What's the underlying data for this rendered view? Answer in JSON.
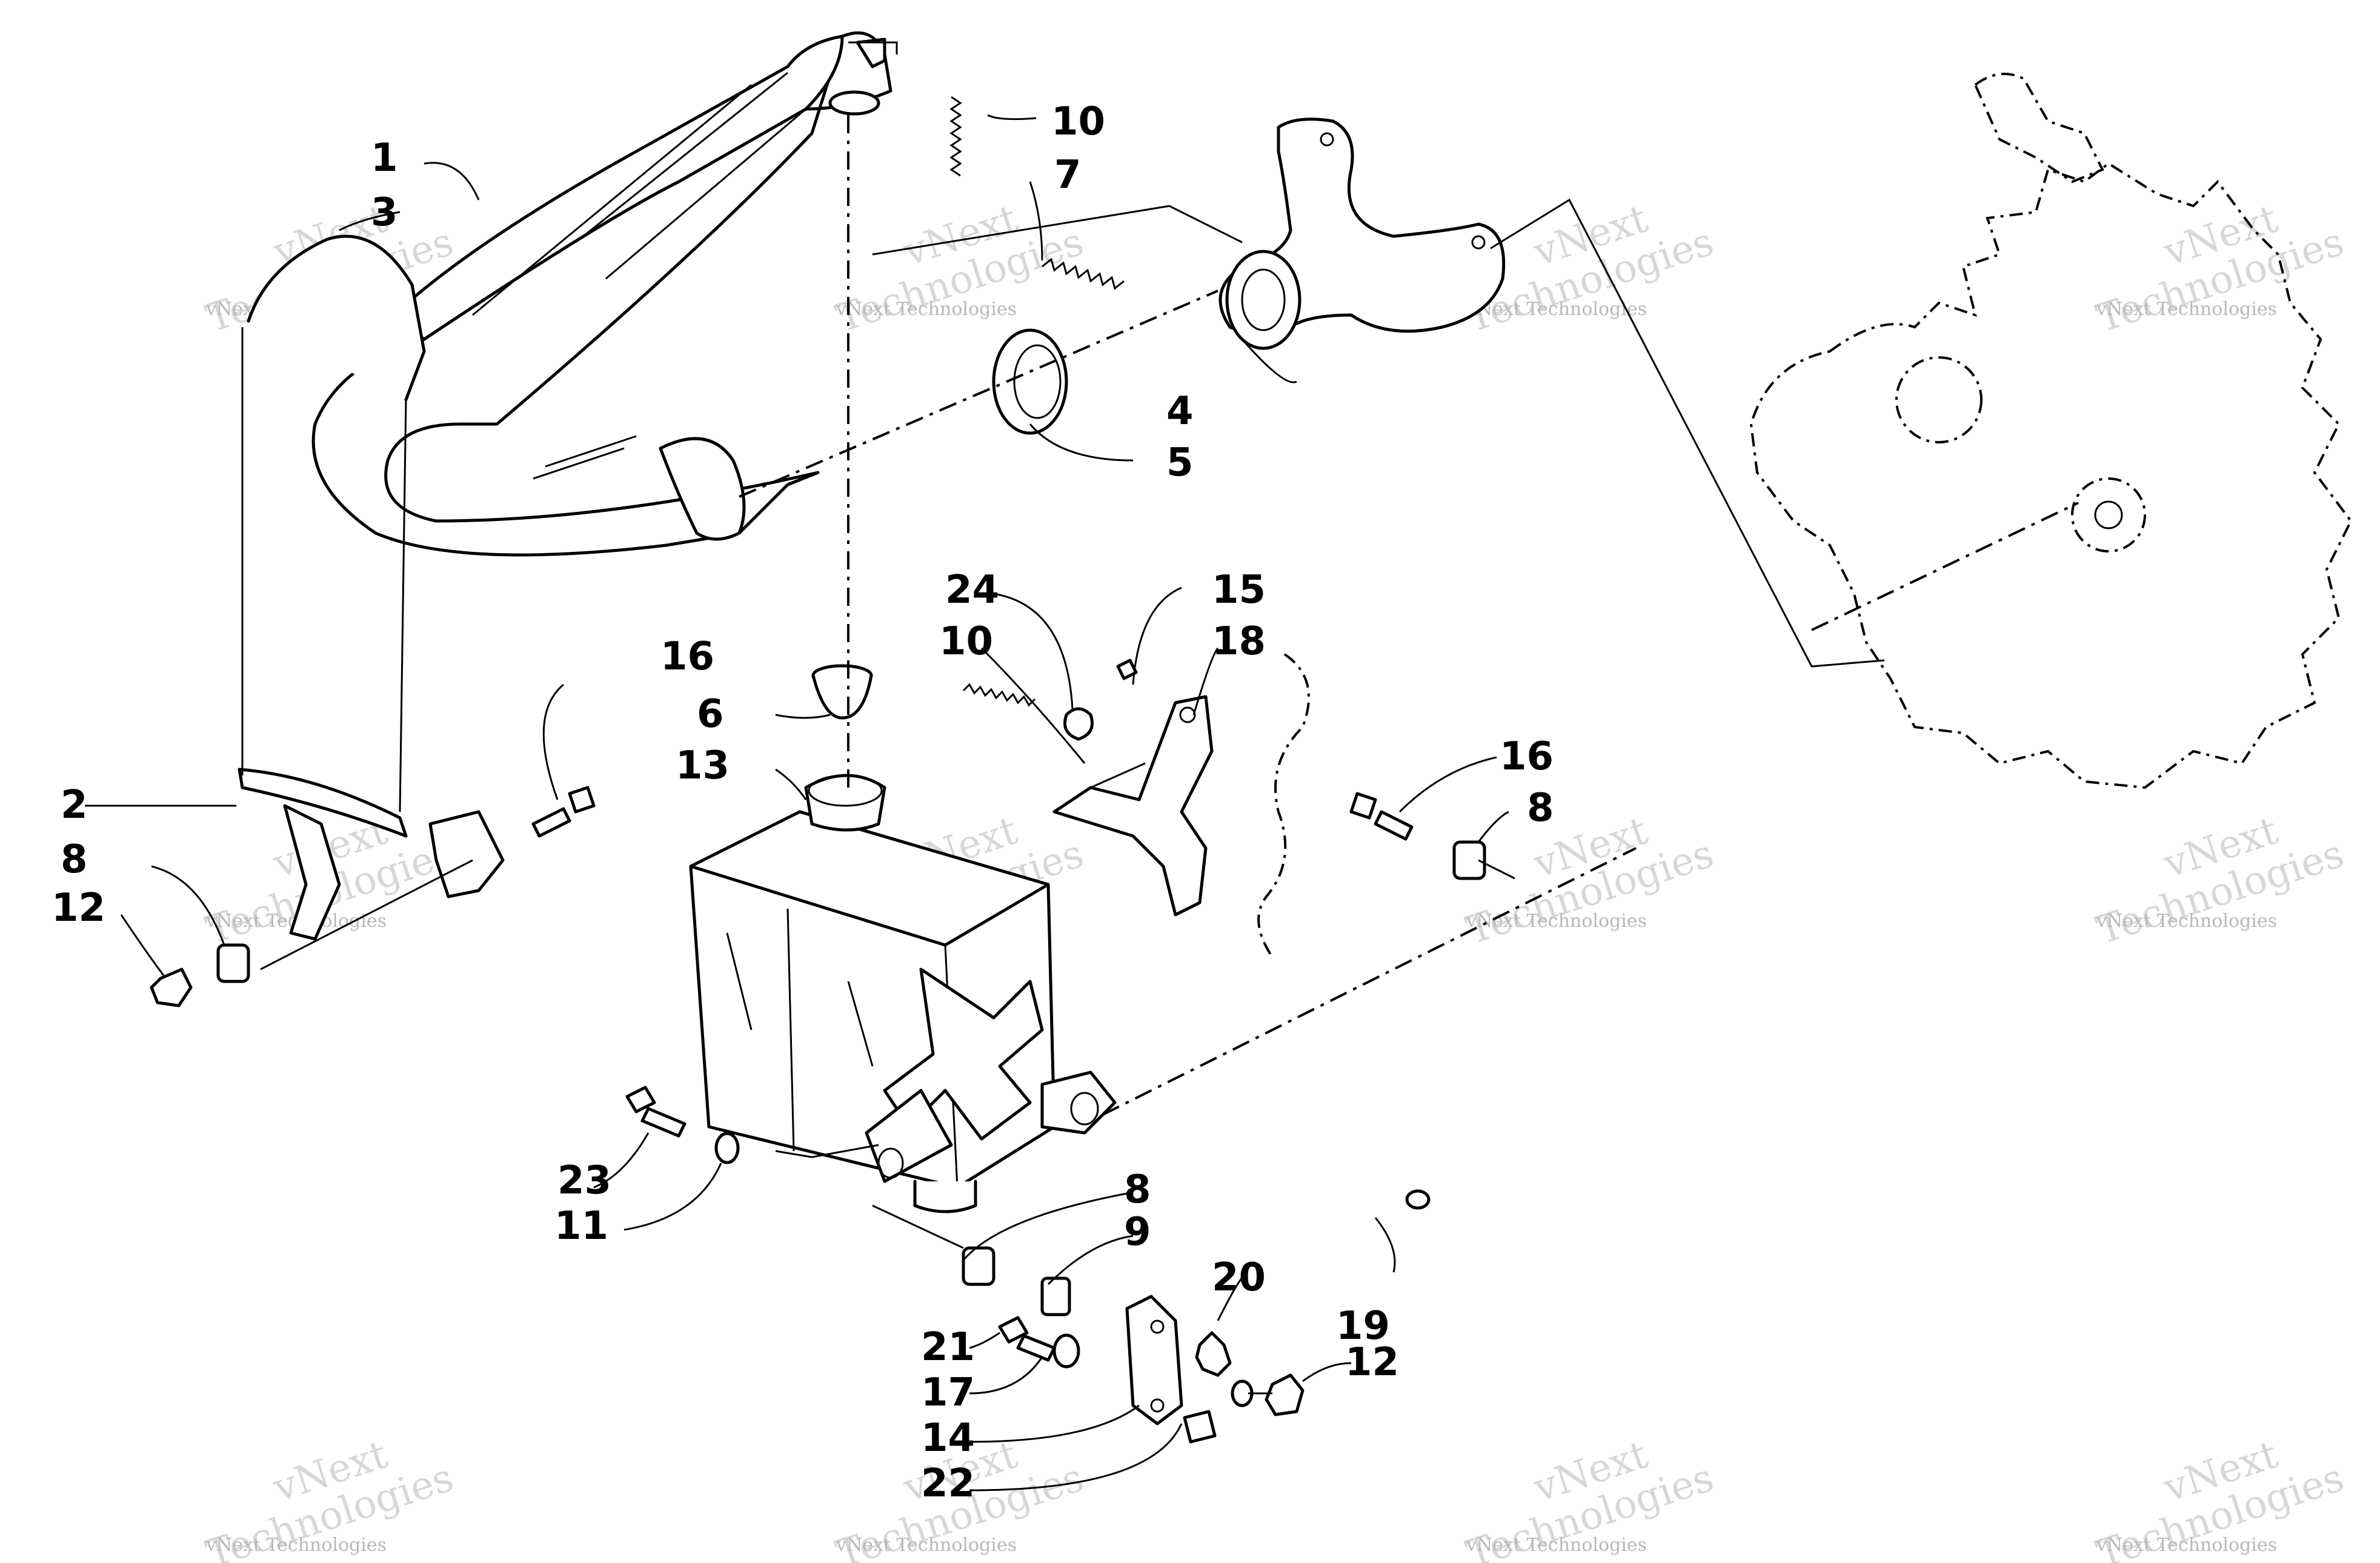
{
  "diagram": {
    "callouts": [
      {
        "id": "1",
        "label": "1"
      },
      {
        "id": "2",
        "label": "2"
      },
      {
        "id": "3",
        "label": "3"
      },
      {
        "id": "4",
        "label": "4"
      },
      {
        "id": "5",
        "label": "5"
      },
      {
        "id": "6",
        "label": "6"
      },
      {
        "id": "7",
        "label": "7"
      },
      {
        "id": "8a",
        "label": "8"
      },
      {
        "id": "8b",
        "label": "8"
      },
      {
        "id": "8c",
        "label": "8"
      },
      {
        "id": "9",
        "label": "9"
      },
      {
        "id": "10a",
        "label": "10"
      },
      {
        "id": "10b",
        "label": "10"
      },
      {
        "id": "11",
        "label": "11"
      },
      {
        "id": "12a",
        "label": "12"
      },
      {
        "id": "12b",
        "label": "12"
      },
      {
        "id": "13",
        "label": "13"
      },
      {
        "id": "14",
        "label": "14"
      },
      {
        "id": "15",
        "label": "15"
      },
      {
        "id": "16a",
        "label": "16"
      },
      {
        "id": "16b",
        "label": "16"
      },
      {
        "id": "17",
        "label": "17"
      },
      {
        "id": "18",
        "label": "18"
      },
      {
        "id": "19",
        "label": "19"
      },
      {
        "id": "20",
        "label": "20"
      },
      {
        "id": "21",
        "label": "21"
      },
      {
        "id": "22",
        "label": "22"
      },
      {
        "id": "23",
        "label": "23"
      },
      {
        "id": "24",
        "label": "24"
      }
    ],
    "watermark": {
      "line1": "vNext",
      "line2": "Technologies",
      "full": "vNext Technologies"
    }
  }
}
